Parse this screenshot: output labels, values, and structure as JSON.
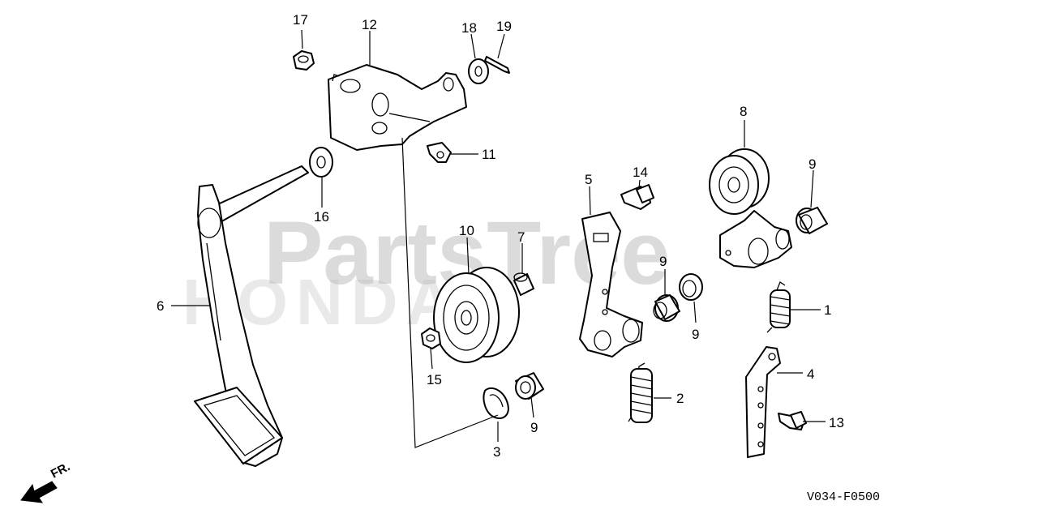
{
  "watermark": {
    "brand": "PartsTree",
    "maker": "HONDA"
  },
  "diagram_code": "V034-F0500",
  "direction_label": "FR.",
  "callouts": {
    "c17": "17",
    "c12": "12",
    "c18": "18",
    "c19": "19",
    "c11": "11",
    "c16": "16",
    "c6": "6",
    "c10": "10",
    "c7": "7",
    "c15": "15",
    "c3": "3",
    "c9a": "9",
    "c5": "5",
    "c14": "14",
    "c9b": "9",
    "c9c": "9",
    "c2": "2",
    "c8": "8",
    "c9d": "9",
    "c1": "1",
    "c4": "4",
    "c13": "13"
  }
}
